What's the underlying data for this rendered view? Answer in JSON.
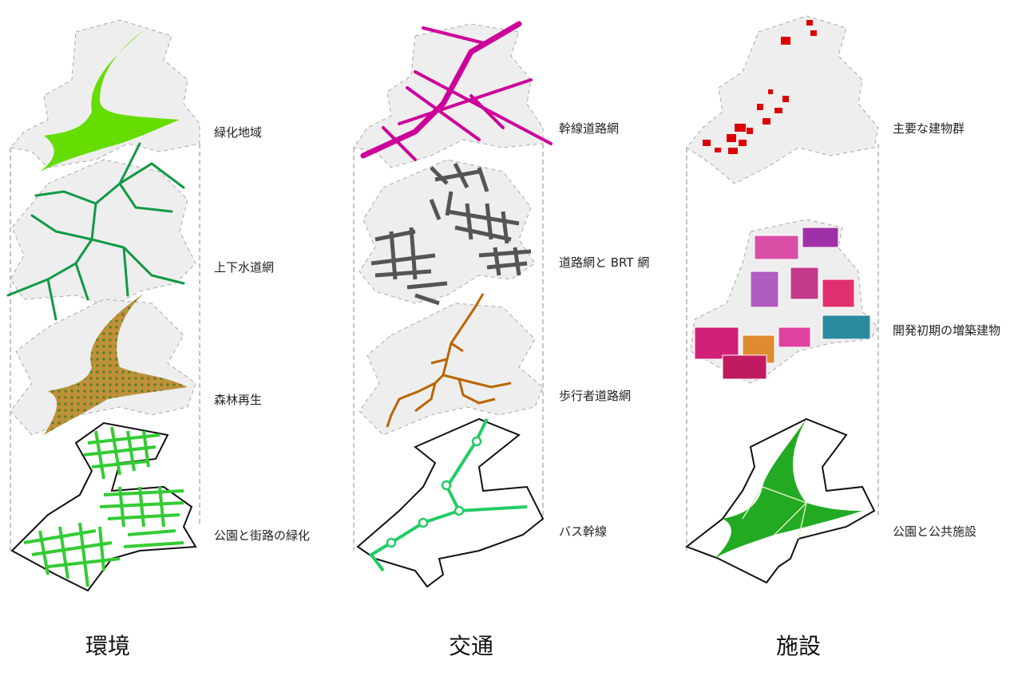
{
  "columns": [
    {
      "title": "環境",
      "layers": [
        {
          "label": "緑化地域",
          "color": "#66dd00"
        },
        {
          "label": "上下水道網",
          "color": "#119944"
        },
        {
          "label": "森林再生",
          "color": "#cc7722"
        },
        {
          "label": "公園と街路の緑化",
          "color": "#33cc33"
        }
      ]
    },
    {
      "title": "交通",
      "layers": [
        {
          "label": "幹線道路網",
          "color": "#cc0099"
        },
        {
          "label": "道路網と BRT 網",
          "color": "#555555"
        },
        {
          "label": "歩行者道路網",
          "color": "#bb6600"
        },
        {
          "label": "バス幹線",
          "color": "#22cc66"
        }
      ]
    },
    {
      "title": "施設",
      "layers": [
        {
          "label": "主要な建物群",
          "color": "#dd0000"
        },
        {
          "label": "開発初期の増築建物",
          "color": "#cc2288"
        },
        {
          "label": "公園と公共施設",
          "color": "#22aa22"
        }
      ]
    }
  ]
}
